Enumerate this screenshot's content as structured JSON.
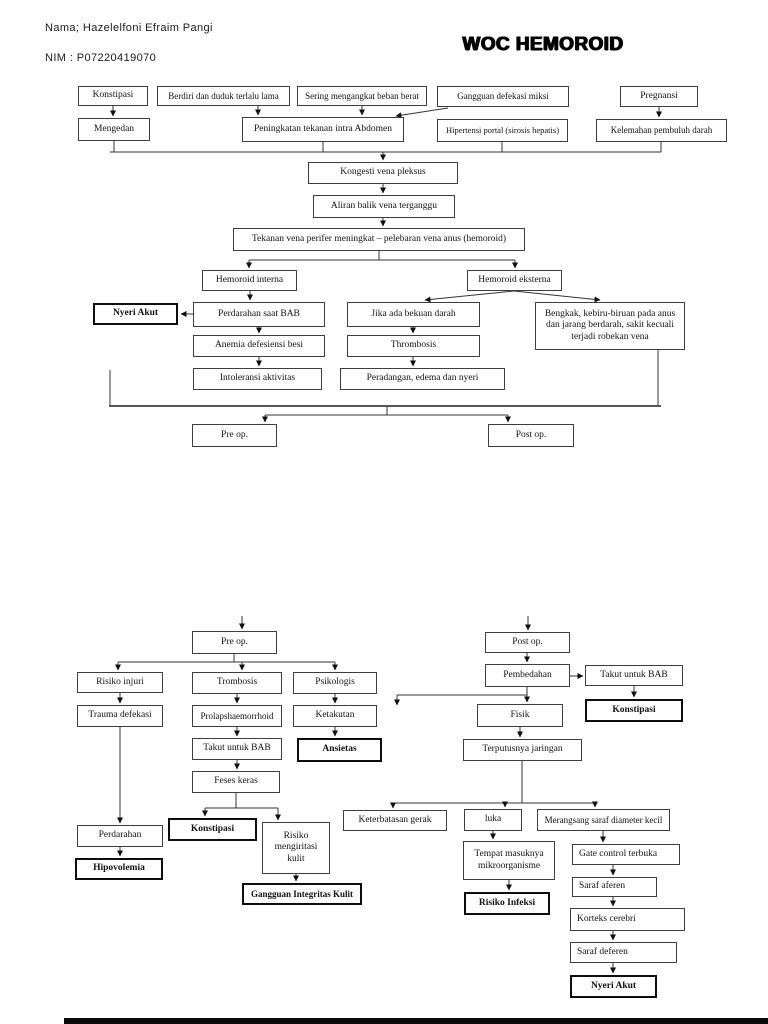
{
  "header": {
    "nama": "Nama; Hazelelfoni Efraim Pangi",
    "nim": "NIM : P07220419070",
    "title": "WOC HEMOROID"
  },
  "nodes": {
    "konstipasi_r1": "Konstipasi",
    "berdiri": "Berdiri dan duduk terlalu lama",
    "sering": "Sering mengangkat beban berat",
    "gangguan": "Gangguan defekasi miksi",
    "pregnansi": "Pregnansi",
    "mengedan": "Mengedan",
    "peningkatan": "Peningkatan tekanan intra Abdomen",
    "hipertensi": "Hipertensi portal (sirosis hepatis)",
    "kelemahan": "Kelemahan pembuluh darah",
    "kongesti": "Kongesti vena pleksus",
    "aliran": "Aliran balik vena terganggu",
    "tekanan": "Tekanan vena perifer meningkat – pelebaran vena anus (hemoroid)",
    "interna": "Hemoroid interna",
    "eksterna": "Hemoroid eksterna",
    "nyeri_akut_1": "Nyeri Akut",
    "perdarahan_bab": "Perdarahan saat BAB",
    "anemia": "Anemia defesiensi besi",
    "intoleransi": "Intoleransi aktivitas",
    "jika_ada": "Jika ada bekuan darah",
    "thrombosis": "Thrombosis",
    "peradangan": "Peradangan, edema dan nyeri",
    "bengkak": "Bengkak, kebiru-biruan pada anus dan jarang berdarah, sakit kecuali terjadi robekan vena",
    "preop1": "Pre op.",
    "postop1": "Post op.",
    "preop2": "Pre op.",
    "postop2": "Post op.",
    "risiko_injuri": "Risiko injuri",
    "trombosis2": "Trombosis",
    "psikologis": "Psikologis",
    "trauma": "Trauma defekasi",
    "prolaps": "Prolapshaemorrhoid",
    "ketakutan": "Ketakutan",
    "takut_bab_1": "Takut untuk BAB",
    "ansietas": "Ansietas",
    "feses": "Feses keras",
    "perdarahan2": "Perdarahan",
    "hipovolemia": "Hipovolemia",
    "konstipasi2": "Konstipasi",
    "risiko_kulit": "Risiko mengiritasi kulit",
    "gangguan_kulit": "Gangguan Integritas Kulit",
    "pembedahan": "Pembedahan",
    "takut_bab_2": "Takut untuk BAB",
    "konstipasi3": "Konstipasi",
    "fisik": "Fisik",
    "terputus": "Terputusnya jaringan",
    "keterbatasan": "Keterbatasan gerak",
    "luka": "luka",
    "merangsang": "Merangsang saraf diameter kecil",
    "tempat": "Tempat masuknya mikroorganisme",
    "risiko_infeksi": "Risiko Infeksi",
    "gate": "Gate control terbuka",
    "saraf_aferen": "Saraf aferen",
    "korteks": "Korteks cerebri",
    "saraf_deferen": "Saraf deferen",
    "nyeri_akut_2": "Nyeri Akut"
  }
}
